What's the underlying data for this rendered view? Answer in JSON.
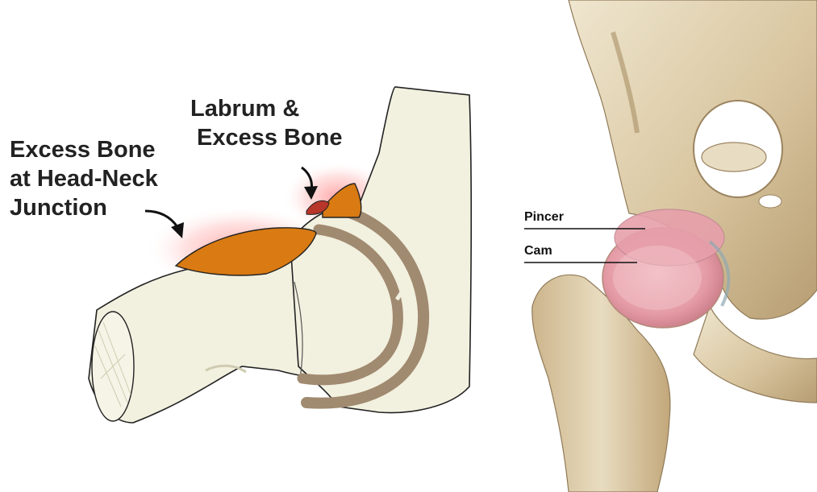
{
  "left_panel": {
    "label_headneck": [
      "Excess Bone",
      "at Head-Neck",
      "Junction"
    ],
    "label_labrum": [
      "Labrum &",
      "Excess Bone"
    ]
  },
  "right_panel": {
    "label_pincer": "Pincer",
    "label_cam": "Cam"
  },
  "colors": {
    "bone_fill": "#f2f0df",
    "excess_bone": "#d97a12",
    "labrum": "#b8352a",
    "glow": "#ff6a6a",
    "socket_ring": "#a89378",
    "cartilage": "#e9a7b0"
  }
}
